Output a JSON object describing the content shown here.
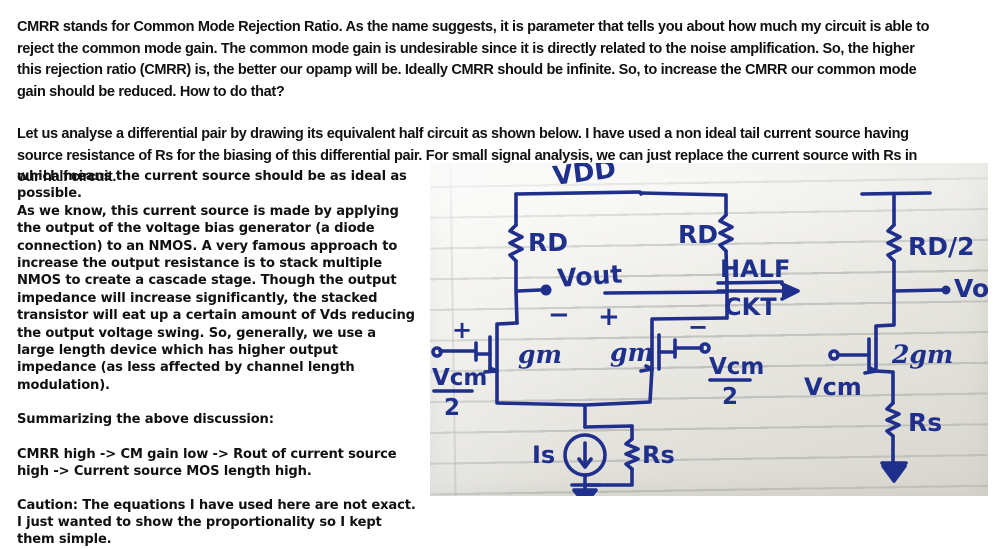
{
  "document": {
    "top_paragraphs": [
      "CMRR stands for Common Mode Rejection Ratio. As the name suggests, it is parameter that tells you about how much my circuit is able to reject the common mode gain. The common mode gain is undesirable since it is directly related to the noise amplification. So, the higher this rejection ratio (CMRR) is, the better our opamp will be. Ideally CMRR should be infinite. So, to increase the CMRR our common mode gain should be reduced. How to do that?",
      "Let us analyse a differential pair by drawing its equivalent half circuit as shown below. I have used a non ideal tail current source having source resistance of Rs for the biasing of this differential pair. For small signal analysis, we can just replace the current source with Rs in our half circuit."
    ],
    "left_column": {
      "block_1": "which means the current source should be as ideal as possible.",
      "block_2": "As we know, this current source is made by applying the output of the voltage bias generator (a diode connection) to an NMOS. A very famous approach to increase the output resistance is to stack multiple NMOS to create a cascade stage. Though the output impedance will increase significantly, the stacked transistor will eat up a certain amount of Vds reducing the output voltage swing. So, generally, we use a large length device which has higher output impedance (as less affected by channel length modulation).",
      "block_3": "Summarizing the above discussion:",
      "block_4": "CMRR high -> CM gain low -> Rout of current source high -> Current source MOS length high.",
      "block_5": "Caution: The equations I have used here are not exact. I just wanted to show the proportionality so I kept them simple."
    },
    "figure": {
      "caption_alt": "Hand-drawn differential pair and its common-mode half circuit on ruled notebook paper",
      "ink_color": "#1f2f8c",
      "paper_color": "#efeee9",
      "labels": {
        "vdd": "VDD",
        "rd_left": "RD",
        "rd_right": "RD",
        "vout_diff": "Vout",
        "minus_sign": "−",
        "plus_sign": "+",
        "gm_left": "gm",
        "gm_right": "gm",
        "input_left_plus": "+",
        "input_left_label_num": "Vcm",
        "input_left_label_den": "2",
        "input_right_minus": "−",
        "input_right_label_num": "Vcm",
        "input_right_label_den": "2",
        "tail_current": "Is",
        "tail_resistor": "Rs",
        "arrow_line1": "HALF",
        "arrow_line2": "CKT",
        "half_rd": "RD/2",
        "half_vout": "Vout",
        "half_gm": "2gm",
        "half_vcm": "Vcm",
        "half_rs": "Rs"
      }
    }
  }
}
